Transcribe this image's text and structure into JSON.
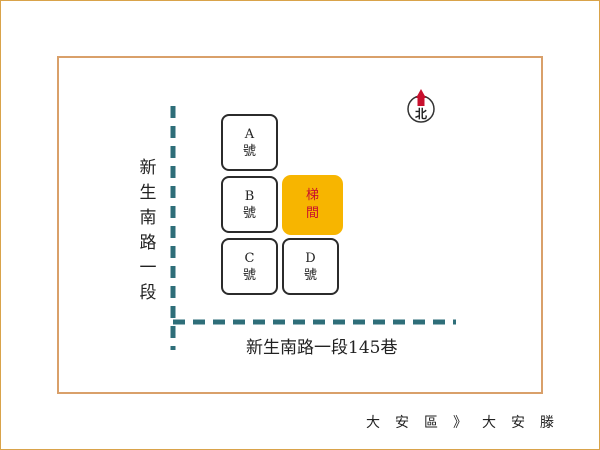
{
  "map": {
    "road_vertical_label": "新生南路一段",
    "road_horizontal_label": "新生南路一段145巷",
    "north_label": "北",
    "stair": {
      "line1": "梯",
      "line2": "間"
    },
    "units": [
      {
        "letter": "A",
        "suffix": "號"
      },
      {
        "letter": "B",
        "suffix": "號"
      },
      {
        "letter": "C",
        "suffix": "號"
      },
      {
        "letter": "D",
        "suffix": "號"
      }
    ],
    "colors": {
      "road": "#2e6e79",
      "stair_fill": "#f7b500",
      "stair_text": "#c8102e",
      "frame": "#d9a06a",
      "north_arrow": "#c8102e"
    }
  },
  "footer": {
    "caption": "大安區》大安滕"
  }
}
